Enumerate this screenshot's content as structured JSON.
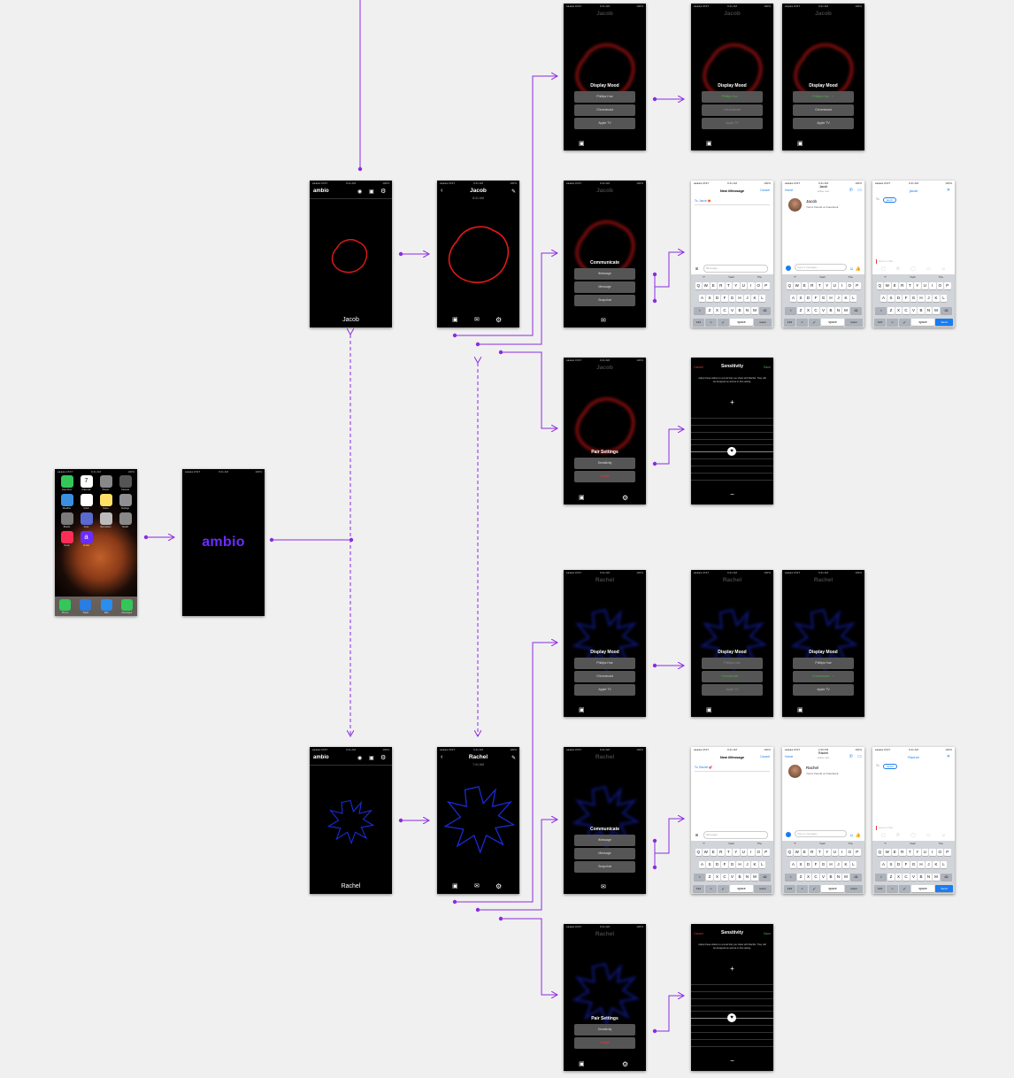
{
  "home": {
    "status": {
      "carrier": "●●●●● AT&T",
      "time": "9:41 AM",
      "battery": "100%"
    },
    "apps": [
      {
        "label": "FaceTime",
        "color": "#33c759"
      },
      {
        "label": "Calendar",
        "color": "#ffffff"
      },
      {
        "label": "Photos",
        "color": "#888888"
      },
      {
        "label": "Camera",
        "color": "#555555"
      },
      {
        "label": "Weather",
        "color": "#3b8fe0"
      },
      {
        "label": "Clock",
        "color": "#ffffff"
      },
      {
        "label": "Notes",
        "color": "#ffe066"
      },
      {
        "label": "Settings",
        "color": "#8e8e93"
      },
      {
        "label": "iBooks",
        "color": "#7a7a7a"
      },
      {
        "label": "Apps",
        "color": "#5b6ad0"
      },
      {
        "label": "Reminders",
        "color": "#bbbbbb"
      },
      {
        "label": "Health",
        "color": "#888888"
      },
      {
        "label": "Music",
        "color": "#ff2d55"
      },
      {
        "label": "Ambio",
        "color": "#6a2cff"
      }
    ],
    "calendar_day": "7",
    "dock": [
      {
        "label": "Phone",
        "color": "#33c759"
      },
      {
        "label": "Safari",
        "color": "#2a7de1"
      },
      {
        "label": "Mail",
        "color": "#2a8df0"
      },
      {
        "label": "Messages",
        "color": "#33c759"
      }
    ]
  },
  "splash": {
    "status": {
      "carrier": "●●●●● AT&T",
      "time": "9:41 AM",
      "battery": "100%"
    },
    "logo": "ambio",
    "logo_color": "#6a2cff"
  },
  "jacob": {
    "name": "Jacob",
    "time": "8:41 AM",
    "list_status": {
      "carrier": "●●●●● AT&T",
      "time": "9:41 AM",
      "battery": "100%"
    },
    "brand": "ambio",
    "mood_color": "#e01818",
    "display_mood": {
      "title": "Display Mood",
      "steps": [
        {
          "items": [
            "Phillips Hue",
            "Chromecast",
            "Apple TV"
          ]
        },
        {
          "items": [
            "Phillips Hue",
            "Chromecast",
            "Apple TV"
          ]
        },
        {
          "items": [
            "Phillips Hue",
            "Chromecast",
            "Apple TV"
          ]
        }
      ]
    },
    "communicate": {
      "title": "Communicate",
      "items": [
        "iMessage",
        "Message",
        "Snapchat"
      ]
    },
    "pair": {
      "title": "Pair Settings",
      "items": [
        "Sensitivity",
        "Unpair"
      ]
    },
    "imessage": {
      "status": {
        "carrier": "●●●●● AT&T",
        "time": "9:41 AM",
        "battery": "100%"
      },
      "title": "New iMessage",
      "cancel": "Cancel",
      "to": "To: Jacob 😍",
      "placeholder": "iMessage"
    },
    "fb": {
      "status": {
        "carrier": "●●●●● AT&T",
        "time": "9:41 AM",
        "battery": "100%"
      },
      "back": "Home",
      "name": "Jacob",
      "sub": "active now",
      "about": "You're friends on Facebook",
      "placeholder": "Type a message..."
    },
    "snap": {
      "status": {
        "carrier": "●●●●● AT&T",
        "time": "9:41 AM",
        "battery": "100%"
      },
      "title": "jacob",
      "to": "To:",
      "chip": "jacob",
      "placeholder": "Send a chat",
      "send": "Send"
    },
    "sensitivity": {
      "cancel": "Cancel",
      "title": "Sensitivity",
      "save": "Save",
      "desc": "Adjust these sliders to a level that you share with Rachel. They will be designed as well as in this setting.",
      "plus": "+",
      "minus": "−"
    }
  },
  "rachel": {
    "name": "Rachel",
    "time": "7:41 AM",
    "list_status": {
      "carrier": "●●●●● AT&T",
      "time": "9:41 AM",
      "battery": "100%"
    },
    "brand": "ambio",
    "mood_color": "#1a2ad8",
    "display_mood": {
      "title": "Display Mood",
      "steps": [
        {
          "items": [
            "Phillips Hue",
            "Chromecast",
            "Apple TV"
          ]
        },
        {
          "items": [
            "Phillips Hue",
            "Chromecast",
            "Apple TV"
          ]
        },
        {
          "items": [
            "Phillips Hue",
            "Chromecast",
            "Apple TV"
          ]
        }
      ]
    },
    "communicate": {
      "title": "Communicate",
      "items": [
        "iMessage",
        "Message",
        "Snapchat"
      ]
    },
    "pair": {
      "title": "Pair Settings",
      "items": [
        "Sensitivity",
        "Unpair"
      ]
    },
    "imessage": {
      "status": {
        "carrier": "●●●●● AT&T",
        "time": "9:41 AM",
        "battery": "100%"
      },
      "title": "New iMessage",
      "cancel": "Cancel",
      "to": "To: Rachel 💕",
      "placeholder": "iMessage"
    },
    "fb": {
      "status": {
        "carrier": "●●●●● AT&T",
        "time": "2:30 PM",
        "battery": "100%"
      },
      "back": "Home",
      "name": "Rachel",
      "sub": "active now",
      "about": "You're friends on Facebook",
      "placeholder": "Type a message..."
    },
    "snap": {
      "status": {
        "carrier": "●●●●● AT&T",
        "time": "9:41 AM",
        "battery": "100%"
      },
      "title": "Rachel",
      "to": "To:",
      "chip": "rachel",
      "placeholder": "Send a chat",
      "send": "Send"
    },
    "sensitivity": {
      "cancel": "Cancel",
      "title": "Sensitivity",
      "save": "Save",
      "desc": "Adjust these sliders to a level that you share with Rachel. They will be designed as well as in this setting.",
      "plus": "+",
      "minus": "−"
    }
  },
  "keyboard": {
    "suggest": [
      "\"I\"",
      "Yeah",
      "The"
    ],
    "row1": [
      "Q",
      "W",
      "E",
      "R",
      "T",
      "Y",
      "U",
      "I",
      "O",
      "P"
    ],
    "row2": [
      "A",
      "S",
      "D",
      "F",
      "G",
      "H",
      "J",
      "K",
      "L"
    ],
    "row3": [
      "Z",
      "X",
      "C",
      "V",
      "B",
      "N",
      "M"
    ],
    "num": "123",
    "space": "space",
    "return": "return",
    "send": "Send"
  },
  "colors": {
    "connector": "#8a2be2"
  }
}
